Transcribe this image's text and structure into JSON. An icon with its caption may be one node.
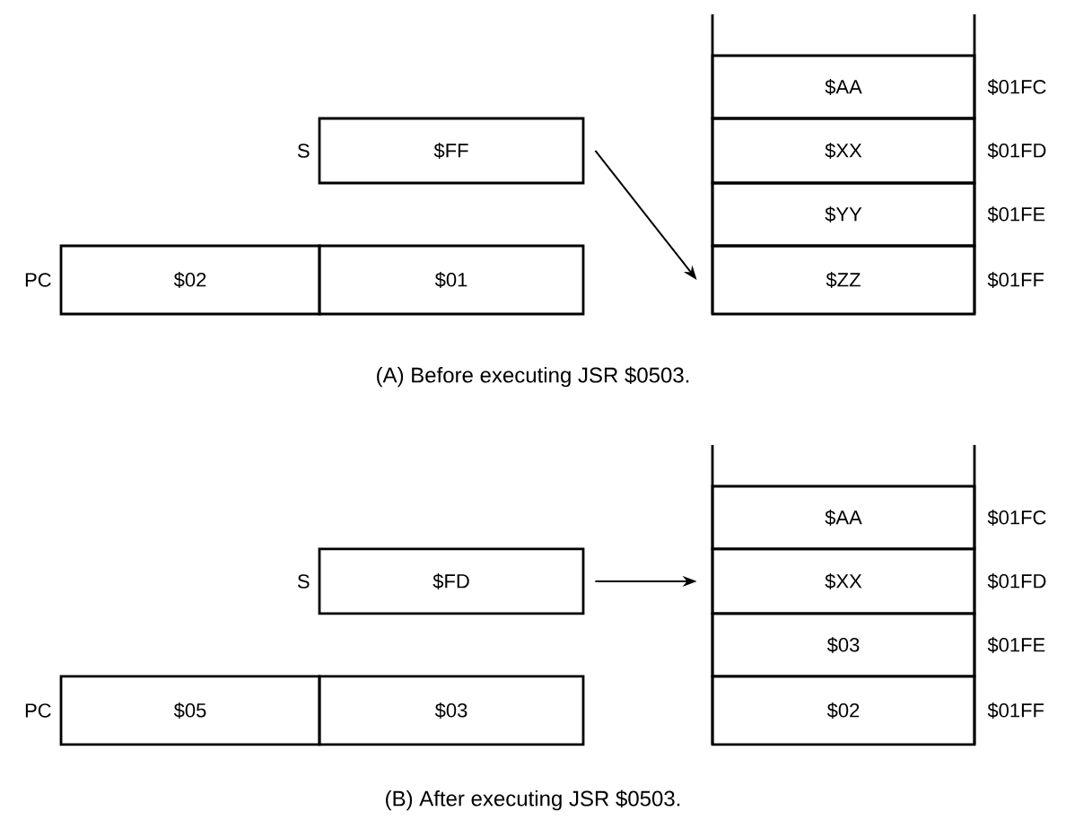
{
  "diagram": {
    "nodes": [
      {
        "text": [
          "$FF"
        ],
        "beside": [
          "S"
        ]
      },
      {
        "text": [
          "$02"
        ],
        "beside": [
          "PC"
        ]
      },
      {
        "text": [
          "$01"
        ]
      },
      {
        "text": [
          "$AA"
        ],
        "beside": [
          "$01FC"
        ]
      },
      {
        "text": [
          "$XX"
        ],
        "beside": [
          "$01FD"
        ]
      },
      {
        "text": [
          "$YY"
        ],
        "beside": [
          "$01FE"
        ]
      },
      {
        "text": [
          "$ZZ"
        ],
        "beside": [
          "$01FF"
        ]
      },
      {
        "text": [
          "$FD"
        ],
        "beside": [
          "S"
        ]
      },
      {
        "text": [
          "$05"
        ],
        "beside": [
          "PC"
        ]
      },
      {
        "text": [
          "$03"
        ]
      },
      {
        "text": [
          "$AA"
        ],
        "beside": [
          "$01FC"
        ]
      },
      {
        "text": [
          "$XX"
        ],
        "beside": [
          "$01FD"
        ]
      },
      {
        "text": [
          "$03"
        ],
        "beside": [
          "$01FE"
        ]
      },
      {
        "text": [
          "$02"
        ],
        "beside": [
          "$01FF"
        ]
      }
    ],
    "edges": [
      {
        "from": 0,
        "to": 6,
        "arrow": "to"
      },
      {
        "from": 7,
        "to": 11,
        "arrow": "to"
      }
    ],
    "labels": [
      "(A) Before executing JSR $0503.",
      "(B) After executing JSR $0503."
    ]
  }
}
